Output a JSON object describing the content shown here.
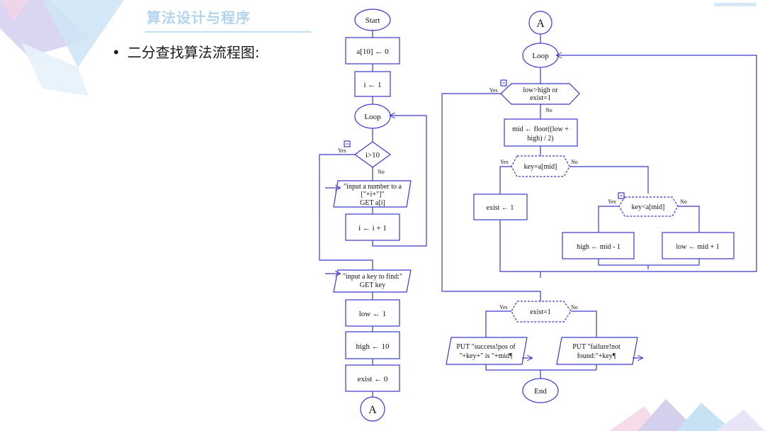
{
  "slide": {
    "title": "算法设计与程序",
    "bullet_marker": "•",
    "bullet_text": "二分查找算法流程图:"
  },
  "colors": {
    "line": "#3a3acc",
    "title": "#b3d4ee",
    "deco_purple": "#c9c3e6",
    "deco_blue": "#bcdff2",
    "deco_pink": "#f4d7e6"
  },
  "flowchart": {
    "left": {
      "start": "Start",
      "init_array": "a[10] ← 0",
      "init_i": "i ← 1",
      "loop": "Loop",
      "cond_i": "i>10",
      "input_line1": "\"input a number to a",
      "input_line2": "[\"+i+\"]\"",
      "input_line3": "GET a[i]",
      "incr_i": "i ← i + 1",
      "input_key_line1": "\"input a key to find:\"",
      "input_key_line2": "GET key",
      "low_init": "low ← 1",
      "high_init": "high ← 10",
      "exist_init": "exist ← 0",
      "connector": "A"
    },
    "right": {
      "connector": "A",
      "loop": "Loop",
      "cond_loop_line1": "low>high or",
      "cond_loop_line2": "exist=1",
      "mid_line1": "mid ← floor((low +",
      "mid_line2": "high) / 2)",
      "cond_eq": "key=a[mid]",
      "exist_set": "exist ← 1",
      "cond_lt": "key<a[mid]",
      "high_set": "high ← mid - 1",
      "low_set": "low ← mid + 1",
      "cond_exist": "exist=1",
      "put_success_line1": "PUT \"success!pos of",
      "put_success_line2": "\"+key+\" is \"+mid¶",
      "put_fail_line1": "PUT \"failure!not",
      "put_fail_line2": "found:\"+key¶",
      "end": "End"
    },
    "labels": {
      "yes": "Yes",
      "no": "No"
    }
  }
}
